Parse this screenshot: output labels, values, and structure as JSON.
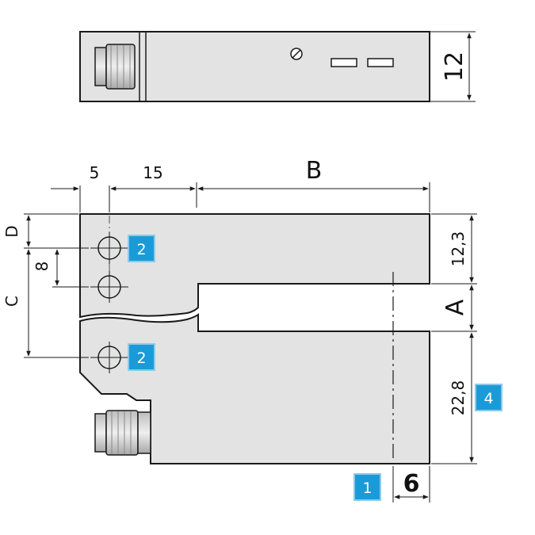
{
  "colors": {
    "body_fill": "#e3e3e3",
    "outline": "#1a1a1a",
    "badge_fill": "#1a9bd7",
    "badge_border": "#8ccbe8",
    "connector_fill": "#d0d0d0"
  },
  "dimensions": {
    "top_height": "12",
    "d": "D",
    "c": "C",
    "eight": "8",
    "five": "5",
    "fifteen": "15",
    "b": "B",
    "upper_height": "12,3",
    "gap_a": "A",
    "lower_height": "22,8",
    "six": "6"
  },
  "badges": {
    "upper_hole": "2",
    "lower_hole": "2",
    "side": "4",
    "bottom": "1"
  },
  "icons": {
    "screw": "screw-icon",
    "top_connector": "connector-icon",
    "bottom_connector": "connector-icon",
    "holes": "mounting-hole-icon"
  }
}
